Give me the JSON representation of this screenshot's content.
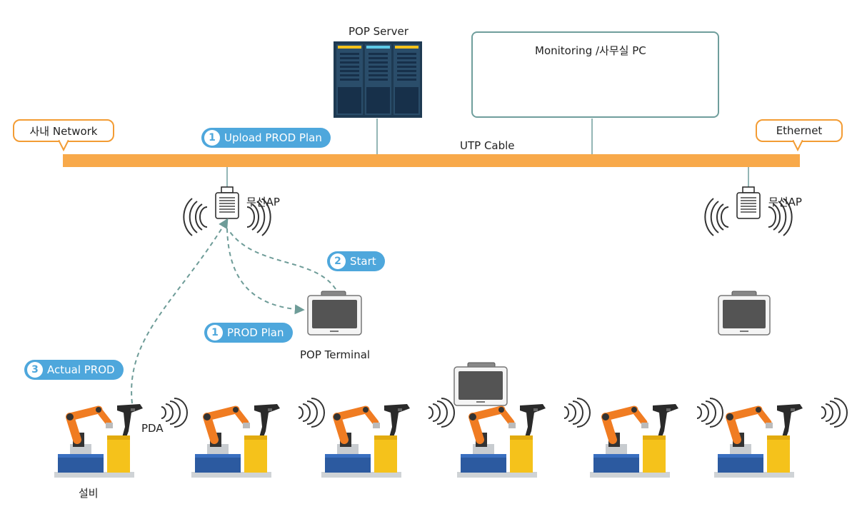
{
  "labels": {
    "pop_server": "POP Server",
    "monitoring": "Monitoring /사무실 PC",
    "utp_cable": "UTP Cable",
    "wireless_ap_left": "무선AP",
    "wireless_ap_right": "무선AP",
    "pop_terminal": "POP Terminal",
    "pda": "PDA",
    "equipment": "설비"
  },
  "callouts": {
    "network": "사내 Network",
    "ethernet": "Ethernet"
  },
  "steps": {
    "upload_plan": {
      "num": "1",
      "text": "Upload PROD Plan"
    },
    "start": {
      "num": "2",
      "text": "Start"
    },
    "prod_plan": {
      "num": "1",
      "text": "PROD Plan"
    },
    "actual_prod": {
      "num": "3",
      "text": "Actual PROD"
    }
  },
  "icons": {
    "server": "server-rack-icon",
    "desktop": "desktop-pc-icon",
    "laptop": "laptop-icon",
    "access_point": "wireless-ap-icon",
    "terminal": "tablet-terminal-icon",
    "scanner": "handheld-scanner-icon",
    "robot": "robot-arm-icon"
  },
  "colors": {
    "network_bar": "#f8a94a",
    "callout_border": "#f39c34",
    "step_pill": "#4ea7dc",
    "monitor_box": "#6f9e9c",
    "flow_arrow": "#6e9c98",
    "robot_orange": "#f07c22",
    "equipment_yellow": "#f5c21b"
  }
}
